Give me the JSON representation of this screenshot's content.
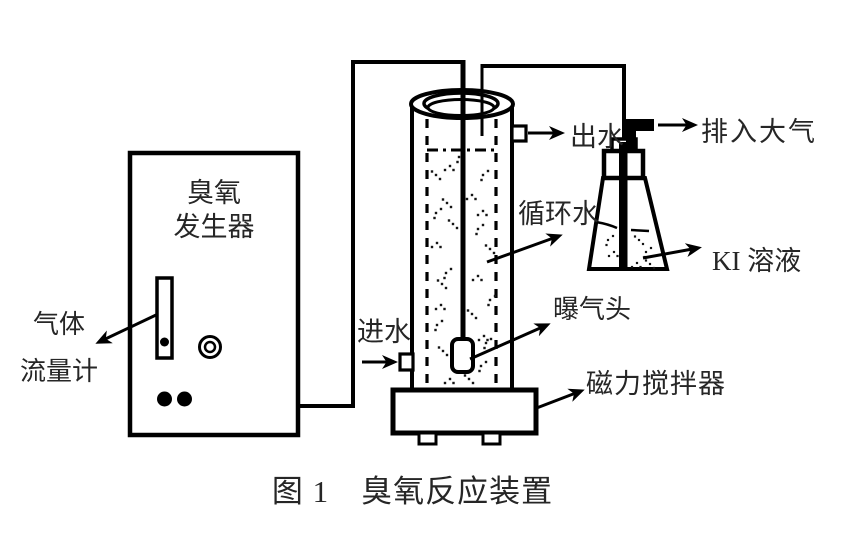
{
  "figure": {
    "caption": "图 1　臭氧反应装置"
  },
  "colors": {
    "background": "#ffffff",
    "line": "#000000",
    "text": "#262626"
  },
  "labels": {
    "ozone_generator": {
      "line1": "臭氧",
      "line2": "发生器"
    },
    "gas_flowmeter": {
      "line1": "气体",
      "line2": "流量计"
    },
    "water_inlet": "进水",
    "water_outlet": "出水",
    "vent_to_atmosphere": "排入大气",
    "circulating_water": "循环水",
    "ki_solution": "KI 溶液",
    "aeration_head": "曝气头",
    "magnetic_stirrer": "磁力搅拌器"
  }
}
